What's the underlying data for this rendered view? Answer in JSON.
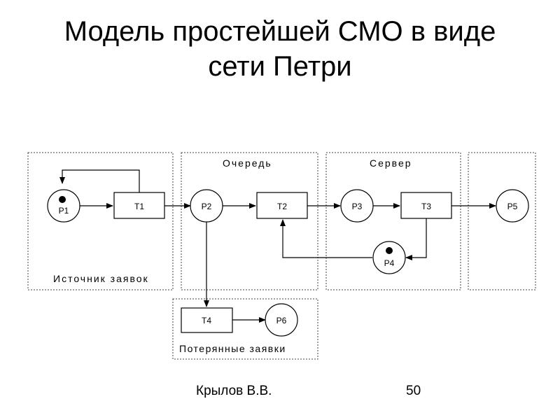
{
  "title": {
    "line1": "Модель простейшей СМО в виде",
    "line2": "сети Петри"
  },
  "diagram": {
    "groups": {
      "source": "Источник заявок",
      "queue": "Очередь",
      "server": "Сервер",
      "lost": "Потерянные заявки"
    },
    "places": {
      "p1": "P1",
      "p2": "P2",
      "p3": "P3",
      "p4": "P4",
      "p5": "P5",
      "p6": "P6"
    },
    "transitions": {
      "t1": "T1",
      "t2": "T2",
      "t3": "T3",
      "t4": "T4"
    },
    "tokens": {
      "p1": 1,
      "p4": 1
    }
  },
  "footer": {
    "author": "Крылов В.В.",
    "page": "50"
  }
}
